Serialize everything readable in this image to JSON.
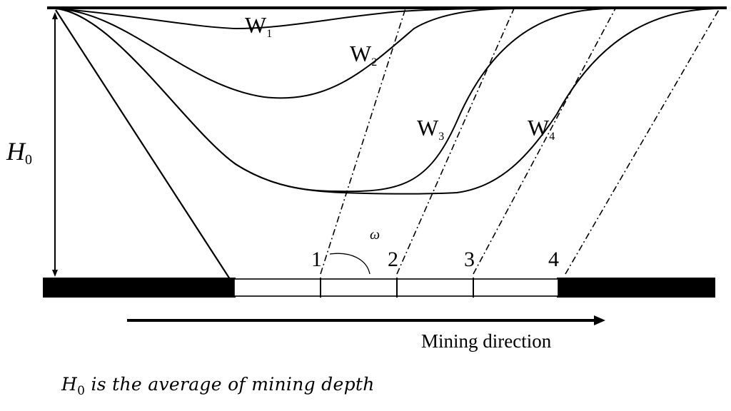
{
  "diagram": {
    "depth_label": {
      "main": "H",
      "sub": "0"
    },
    "curve_labels": [
      {
        "main": "W",
        "sub": "1"
      },
      {
        "main": "W",
        "sub": "2"
      },
      {
        "main": "W",
        "sub": "3"
      },
      {
        "main": "W",
        "sub": "4"
      }
    ],
    "angle_label": "ω",
    "face_positions": [
      "1",
      "2",
      "3",
      "4"
    ],
    "direction_label": "Mining direction",
    "caption": {
      "symbol": "H",
      "symbol_sub": "0",
      "text": " is the average of mining depth"
    }
  }
}
